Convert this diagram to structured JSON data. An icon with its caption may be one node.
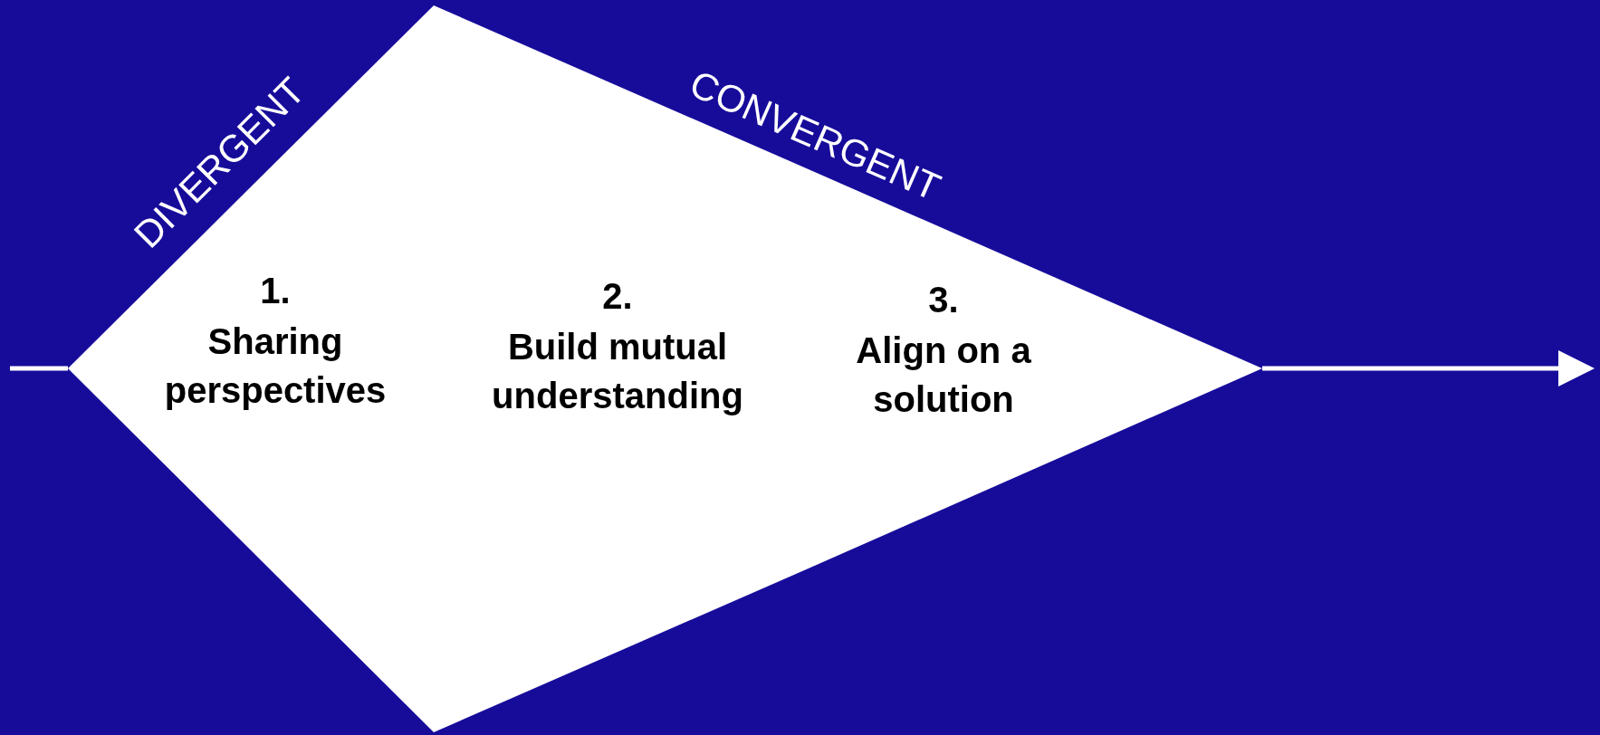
{
  "diagram": {
    "nodes": [
      {
        "text": [
          "1.",
          "Sharing perspectives"
        ]
      },
      {
        "text": [
          "2.",
          "Build mutual understanding"
        ]
      },
      {
        "text": [
          "3.",
          "Align on a solution"
        ]
      }
    ],
    "edges": [
      {
        "from": null,
        "to": 0,
        "arrow": "none"
      },
      {
        "from": 2,
        "to": null,
        "arrow": "to"
      }
    ],
    "labels": [
      "DIVERGENT",
      "CONVERGENT"
    ]
  }
}
